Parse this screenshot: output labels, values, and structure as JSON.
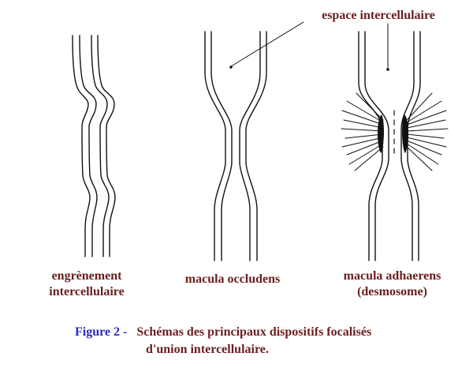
{
  "labels": {
    "space": "espace intercellulaire",
    "interdigitation_line1": "engrènement",
    "interdigitation_line2": "intercellulaire",
    "occludens": "macula occludens",
    "adhaerens_line1": "macula adhaerens",
    "adhaerens_line2": "(desmosome)"
  },
  "caption": {
    "figure": "Figure 2 -",
    "line1": "Schémas des principaux dispositifs focalisés",
    "line2": "d'union intercellulaire."
  },
  "colors": {
    "ink": "#111111",
    "label": "#6b1e1e",
    "figure": "#2b2bbf"
  }
}
